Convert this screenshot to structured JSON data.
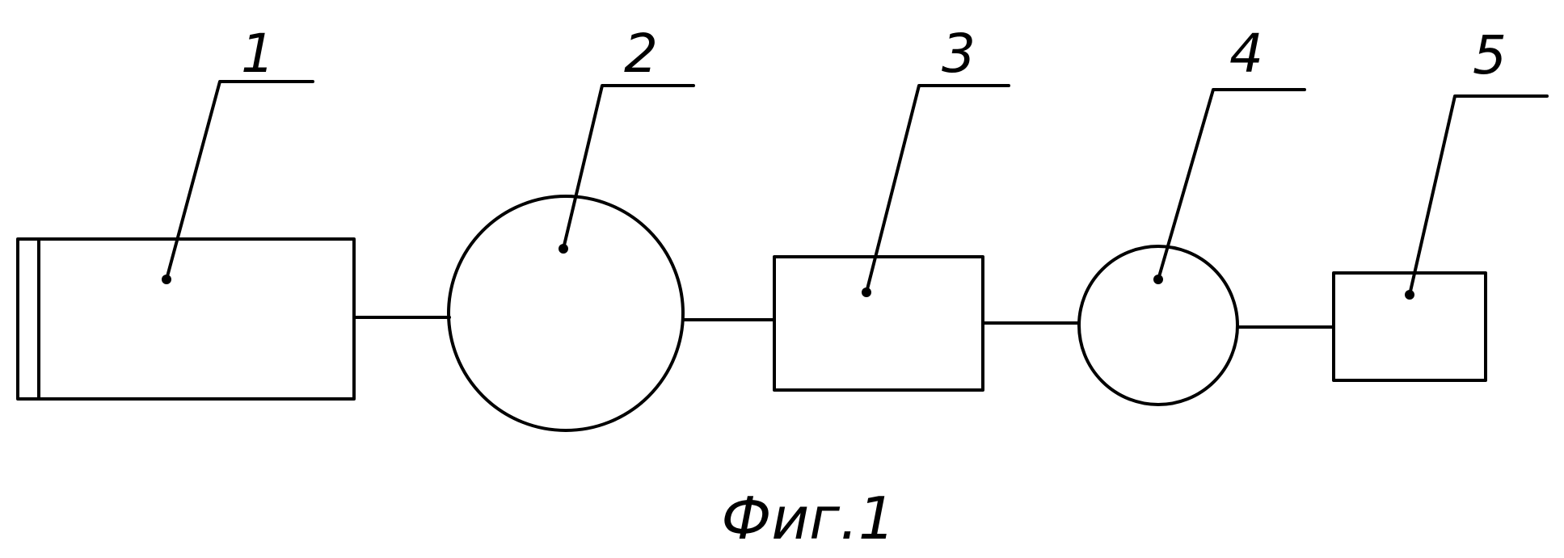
{
  "figure": {
    "caption": "Фиг.1",
    "components": [
      {
        "label": "1",
        "shape": "rectangle"
      },
      {
        "label": "2",
        "shape": "circle"
      },
      {
        "label": "3",
        "shape": "rectangle"
      },
      {
        "label": "4",
        "shape": "circle"
      },
      {
        "label": "5",
        "shape": "rectangle"
      }
    ],
    "line_color": "#000000",
    "background_color": "#ffffff"
  }
}
